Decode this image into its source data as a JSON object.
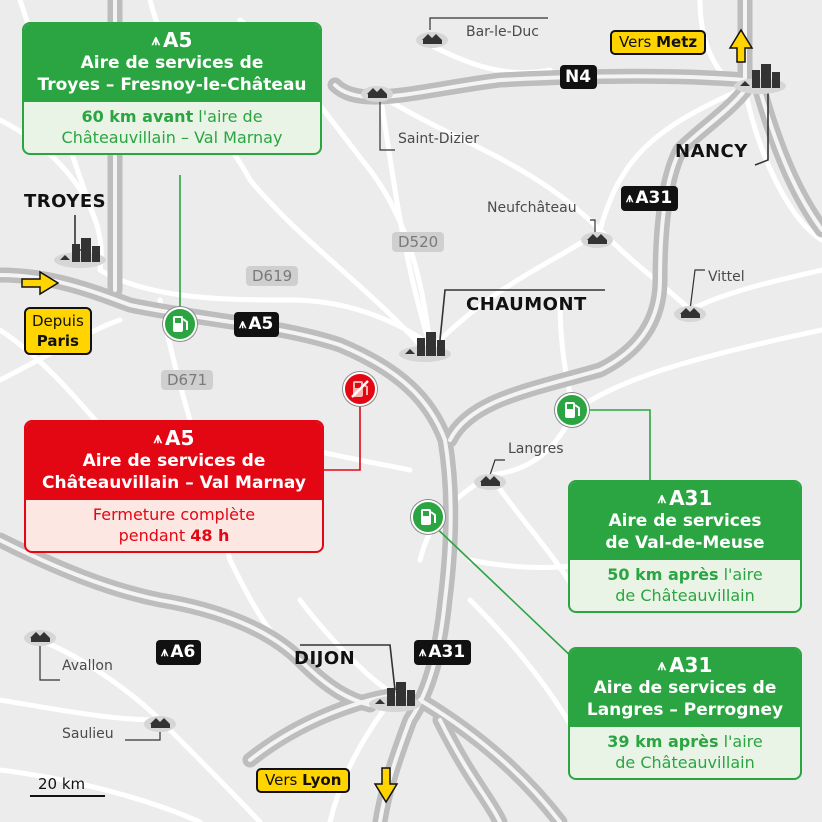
{
  "colors": {
    "green": "#2aa541",
    "red": "#e30613",
    "yellow": "#ffd400",
    "road": "#c8c8c8",
    "minor_road": "#ffffff",
    "background": "#ececec"
  },
  "towns": [
    {
      "id": "bar-le-duc",
      "label": "Bar-le-Duc"
    },
    {
      "id": "saint-dizier",
      "label": "Saint-Dizier"
    },
    {
      "id": "neufchateau",
      "label": "Neufchâteau"
    },
    {
      "id": "vittel",
      "label": "Vittel"
    },
    {
      "id": "langres",
      "label": "Langres"
    },
    {
      "id": "avallon",
      "label": "Avallon"
    },
    {
      "id": "saulieu",
      "label": "Saulieu"
    }
  ],
  "cities": [
    {
      "id": "troyes",
      "label": "TROYES"
    },
    {
      "id": "chaumont",
      "label": "CHAUMONT"
    },
    {
      "id": "nancy",
      "label": "NANCY"
    },
    {
      "id": "dijon",
      "label": "DIJON"
    }
  ],
  "departmental_roads": [
    {
      "id": "d520",
      "label": "D520"
    },
    {
      "id": "d619",
      "label": "D619"
    },
    {
      "id": "d671",
      "label": "D671"
    }
  ],
  "highway_shields": [
    {
      "id": "n4",
      "label": "N4",
      "icon": ""
    },
    {
      "id": "a31-north",
      "label": "A31",
      "icon": "motorway-icon"
    },
    {
      "id": "a5",
      "label": "A5",
      "icon": "motorway-icon"
    },
    {
      "id": "a6",
      "label": "A6",
      "icon": "motorway-icon"
    },
    {
      "id": "a31-south",
      "label": "A31",
      "icon": "motorway-icon"
    }
  ],
  "directions": {
    "metz": {
      "prefix": "Vers",
      "city": "Metz",
      "icon": "arrow-up-icon"
    },
    "lyon": {
      "prefix": "Vers",
      "city": "Lyon",
      "icon": "arrow-down-icon"
    },
    "paris": {
      "line1": "Depuis",
      "line2": "Paris",
      "icon": "arrow-right-icon"
    }
  },
  "service_areas": {
    "troyes": {
      "motorway": "A5",
      "name_line1": "Aire de services de",
      "name_line2": "Troyes – Fresnoy-le-Château",
      "detail_bold": "60 km avant",
      "detail_rest": " l'aire de",
      "detail_line2": "Châteauvillain – Val Marnay",
      "status": "open",
      "icon": "fuel-pump-icon"
    },
    "chateauvillain": {
      "motorway": "A5",
      "name_line1": "Aire de services de",
      "name_line2": "Châteauvillain – Val Marnay",
      "detail_line1": "Fermeture complète",
      "detail_prefix": "pendant ",
      "detail_bold": "48 h",
      "status": "closed",
      "icon": "fuel-pump-closed-icon"
    },
    "val_de_meuse": {
      "motorway": "A31",
      "name_line1": "Aire de services",
      "name_line2": "de Val-de-Meuse",
      "detail_bold": "50 km après",
      "detail_rest": " l'aire",
      "detail_line2": "de Châteauvillain",
      "status": "open",
      "icon": "fuel-pump-icon"
    },
    "langres": {
      "motorway": "A31",
      "name_line1": "Aire de services de",
      "name_line2": "Langres – Perrogney",
      "detail_bold": "39 km après",
      "detail_rest": " l'aire",
      "detail_line2": "de Châteauvillain",
      "status": "open",
      "icon": "fuel-pump-icon"
    }
  },
  "scale": {
    "label": "20 km",
    "km": 20
  }
}
